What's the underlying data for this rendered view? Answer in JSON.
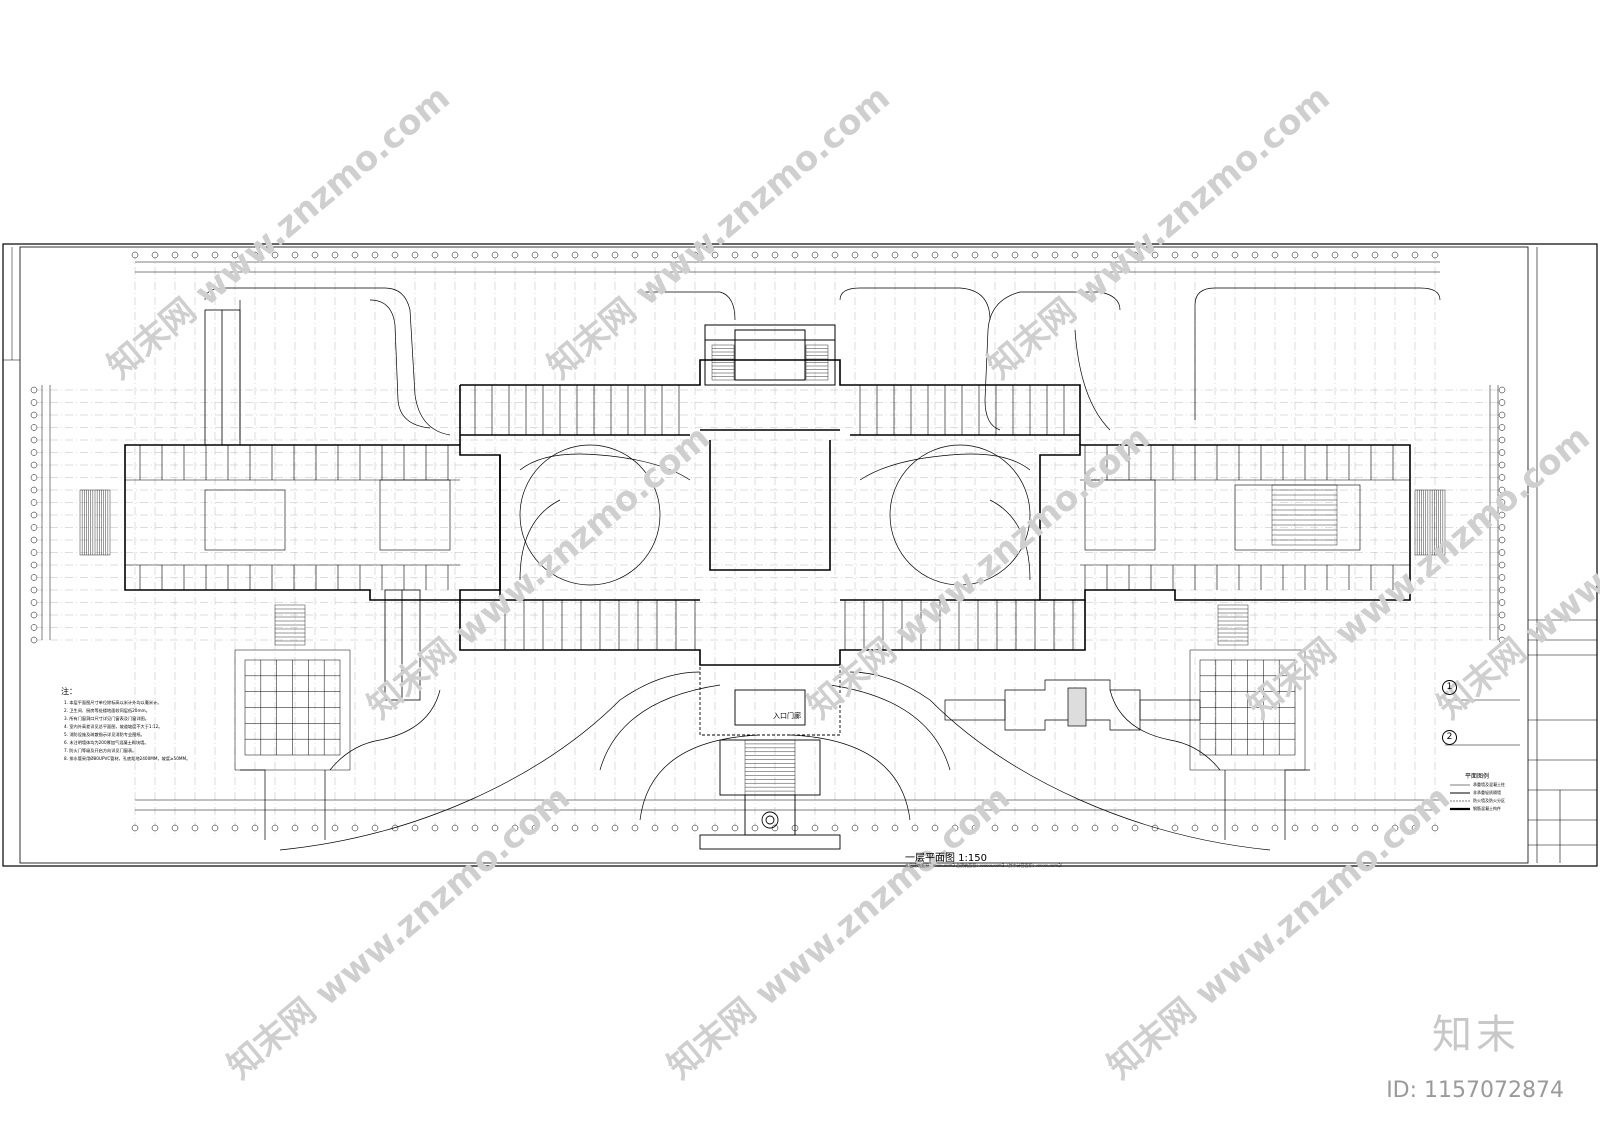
{
  "drawing": {
    "caption": "一层平面图 1:150",
    "caption_sub": "本层建筑面积：xxxx.xxm2   总建筑面积：xxxxx.xxm2（其中计容面积：xxxxx.xxm2）",
    "entrance_label": "入口门廊",
    "notes_title": "注：",
    "notes": [
      "1. 本层平面图尺寸单位除标高以米计外均以毫米计。",
      "2. 卫生间、厨房等处楼地面较同层低20mm。",
      "3. 所有门窗洞口尺寸详见门窗表及门窗详图。",
      "4. 室内外高差详见总平面图，坡道坡度不大于1:12。",
      "5. 消防设施及疏散指示详见消防专业图纸。",
      "6. 未注明墙体均为200厚加气混凝土砌块墙。",
      "7. 防火门等级及开启方向详见门窗表。",
      "8. 排水管采用Ø80UPVC管材，孔底距地2400MM，坡度≥50MM。"
    ],
    "legend_title": "平面图例",
    "legend_markers": [
      "1",
      "2"
    ],
    "legend_items": [
      "承重墙及混凝土柱",
      "非承重轻质隔墙",
      "防火墙及防火分区",
      "钢筋混凝土构件"
    ]
  },
  "watermark": {
    "text": "知末网 www.znzmo.com",
    "logo": "知末",
    "id": "ID: 1157072874"
  },
  "colors": {
    "line": "#000000",
    "grid": "#aaaaaa",
    "watermark": "#cfcfcf",
    "background": "#ffffff"
  }
}
